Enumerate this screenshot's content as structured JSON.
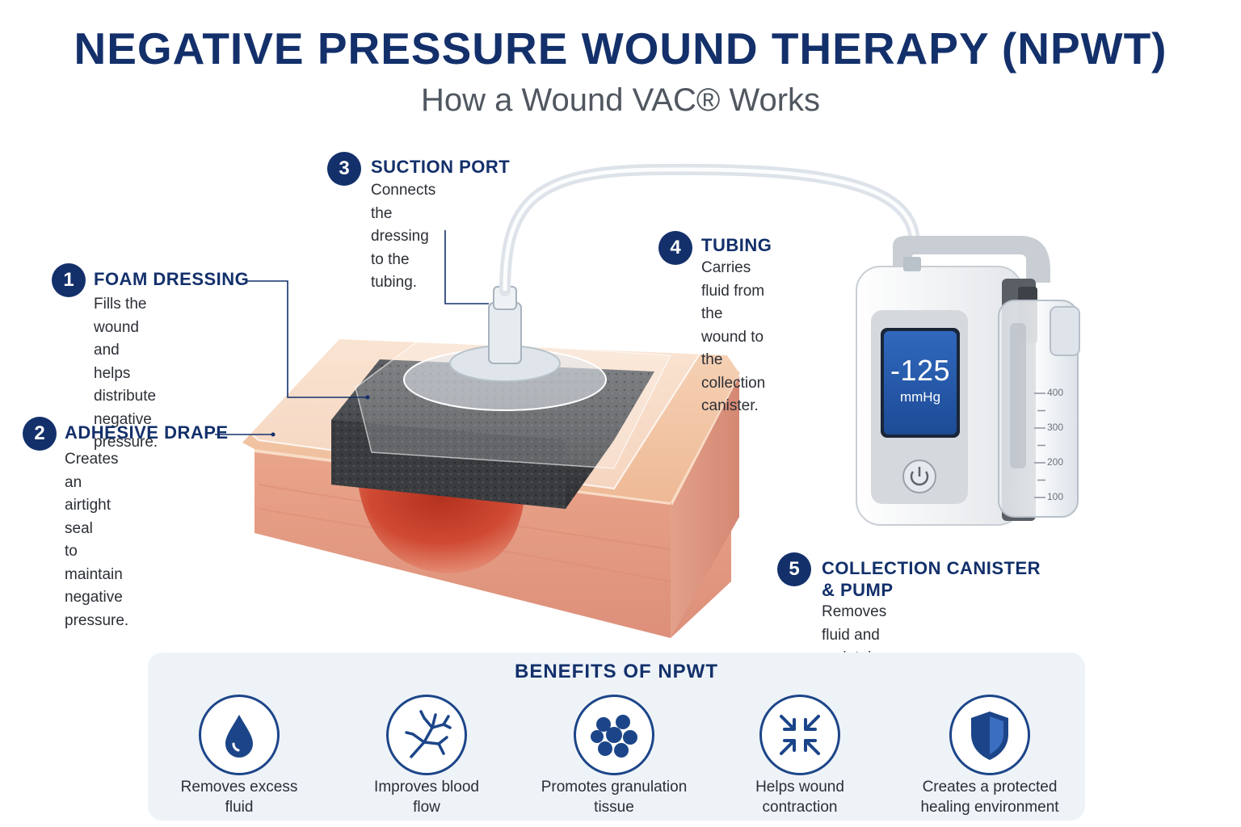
{
  "header": {
    "title": "NEGATIVE PRESSURE WOUND THERAPY (NPWT)",
    "subtitle": "How a Wound VAC® Works"
  },
  "callouts": [
    {
      "number": "1",
      "title": "FOAM DRESSING",
      "description": "Fills the wound and\nhelps distribute\nnegative pressure."
    },
    {
      "number": "2",
      "title": "ADHESIVE DRAPE",
      "description": "Creates an airtight seal\nto maintain negative\npressure."
    },
    {
      "number": "3",
      "title": "SUCTION PORT",
      "description": "Connects the dressing\nto the tubing."
    },
    {
      "number": "4",
      "title": "TUBING",
      "description": "Carries fluid from\nthe wound to the\ncollection canister."
    },
    {
      "number": "5",
      "title_line1": "COLLECTION CANISTER",
      "title_line2": "& PUMP",
      "description": "Removes fluid and\nmaintains the prescribed\nnegative pressure."
    }
  ],
  "device": {
    "display_value": "-125",
    "display_unit": "mmHg",
    "canister_marks": [
      "400",
      "300",
      "200",
      "100"
    ],
    "icons": {
      "power": "power-icon"
    }
  },
  "benefits": {
    "title": "BENEFITS OF NPWT",
    "items": [
      {
        "label": "Removes excess\nfluid",
        "icon": "water-drop-icon"
      },
      {
        "label": "Improves blood\nflow",
        "icon": "blood-vessel-icon"
      },
      {
        "label": "Promotes granulation\ntissue",
        "icon": "cell-cluster-icon"
      },
      {
        "label": "Helps wound\ncontraction",
        "icon": "contraction-arrows-icon"
      },
      {
        "label": "Creates a protected\nhealing environment",
        "icon": "shield-icon"
      }
    ]
  },
  "colors": {
    "primary": "#13306b",
    "accent": "#1c4589",
    "screen": "#2456a6",
    "skin": "#f2c9a8",
    "wound": "#c8402e",
    "panel": "#eef3f8"
  }
}
